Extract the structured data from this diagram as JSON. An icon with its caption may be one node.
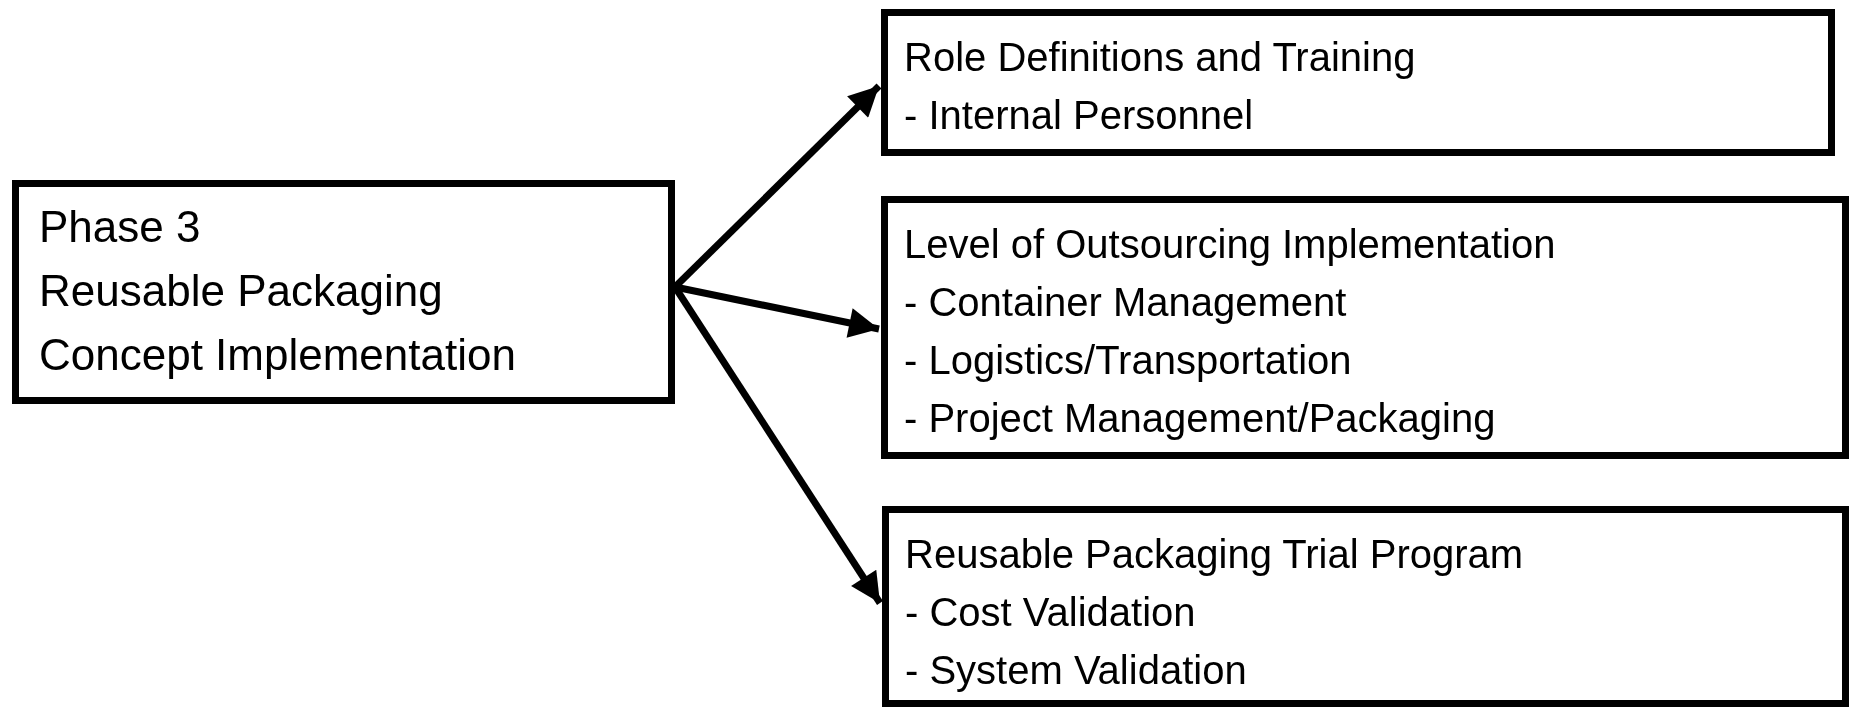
{
  "diagram": {
    "nodes": [
      {
        "text": [
          "Phase 3",
          "Reusable Packaging",
          "Concept Implementation"
        ]
      },
      {
        "text": [
          "Role Definitions and Training",
          "- Internal Personnel"
        ]
      },
      {
        "text": [
          "Level of Outsourcing Implementation",
          "- Container Management",
          "- Logistics/Transportation",
          "- Project Management/Packaging"
        ]
      },
      {
        "text": [
          "Reusable Packaging Trial Program",
          "- Cost Validation",
          "- System Validation"
        ]
      }
    ],
    "edges": [
      {
        "from": 0,
        "to": 1,
        "arrow": "to"
      },
      {
        "from": 0,
        "to": 2,
        "arrow": "to"
      },
      {
        "from": 0,
        "to": 3,
        "arrow": "to"
      }
    ]
  }
}
